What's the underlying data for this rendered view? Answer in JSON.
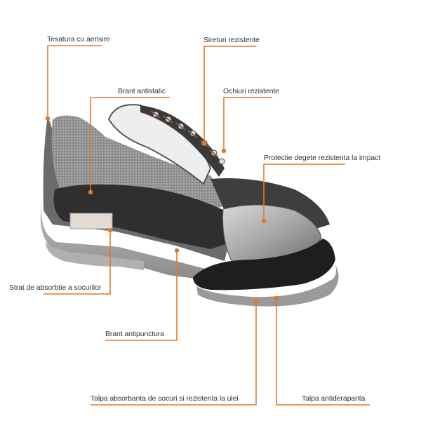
{
  "diagram": {
    "subject": "Safety shoe cutaway",
    "accent_color": "#e07a2b",
    "text_color": "#333333",
    "callouts": [
      {
        "id": "tesatura",
        "label": "Tesatura cu aerisire"
      },
      {
        "id": "sireturi",
        "label": "Sireturi rezistente"
      },
      {
        "id": "brant-antistatic",
        "label": "Brant antistatic"
      },
      {
        "id": "ochiuri",
        "label": "Ochiuri rezistente"
      },
      {
        "id": "protectie",
        "label": "Protectie degete rezistenta la impact"
      },
      {
        "id": "strat",
        "label": "Strat de absorbtie a socurilor"
      },
      {
        "id": "brant-antipunctura",
        "label": "Brant antipunctura"
      },
      {
        "id": "talpa-absorbanta",
        "label": "Talpa absorbanta de socuri si rezistenta la ulei"
      },
      {
        "id": "talpa-antiderapanta",
        "label": "Talpa antiderapanta"
      }
    ]
  }
}
